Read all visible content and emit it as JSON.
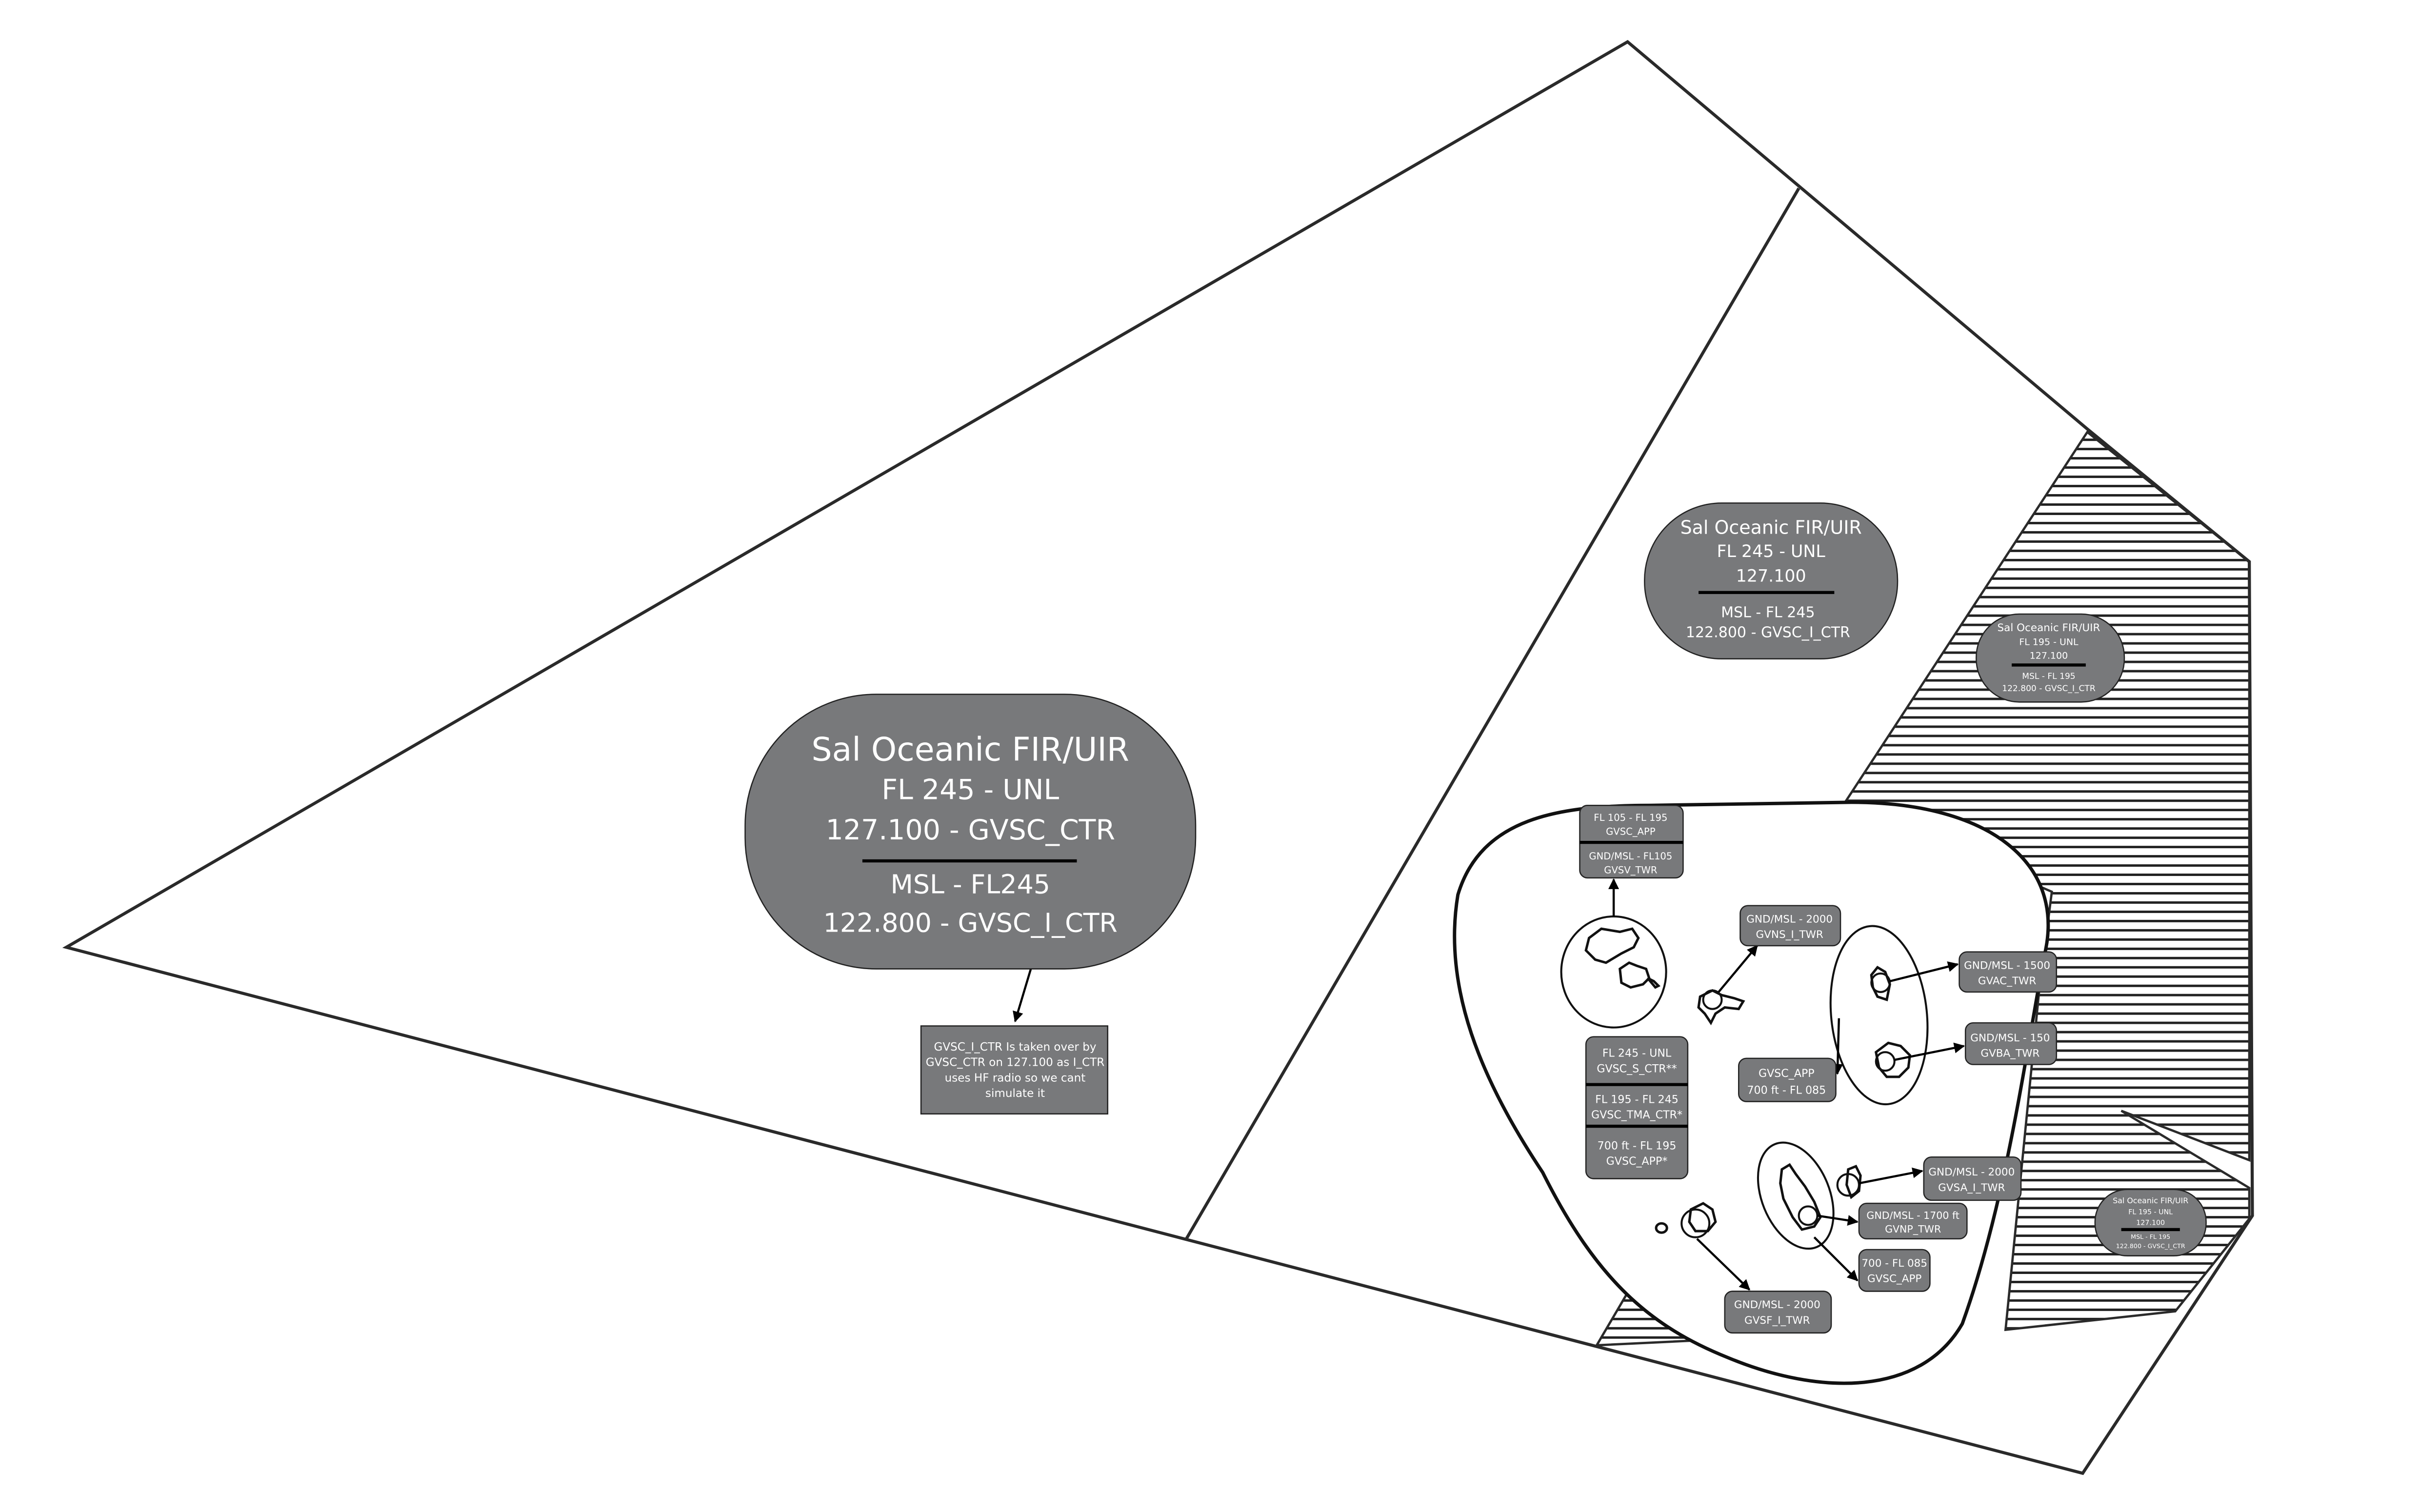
{
  "map": {
    "colors": {
      "label_fill": "#78797b",
      "label_text": "#ffffff",
      "outline": "#2a2a2a",
      "background": "#ffffff"
    },
    "main_sector": {
      "lines": [
        "Sal Oceanic FIR/UIR",
        "FL 245 - UNL",
        "127.100 - GVSC_CTR"
      ],
      "lower_lines": [
        "MSL - FL245",
        "122.800 - GVSC_I_CTR"
      ]
    },
    "note": {
      "lines": [
        "GVSC_I_CTR Is taken over by",
        "GVSC_CTR on 127.100 as I_CTR",
        "uses HF radio so we cant",
        "simulate it"
      ]
    },
    "east_sector": {
      "lines": [
        "Sal Oceanic FIR/UIR",
        "FL 245 - UNL",
        "127.100"
      ],
      "lower_lines": [
        "MSL - FL 245",
        "122.800 - GVSC_I_CTR"
      ]
    },
    "hatched_sector_north": {
      "lines": [
        "Sal Oceanic FIR/UIR",
        "FL 195 - UNL",
        "127.100"
      ],
      "lower_lines": [
        "MSL - FL 195",
        "122.800 - GVSC_I_CTR"
      ]
    },
    "hatched_sector_south": {
      "lines": [
        "Sal Oceanic FIR/UIR",
        "FL 195 - UNL",
        "127.100"
      ],
      "lower_lines": [
        "MSL - FL 195",
        "122.800 - GVSC_I_CTR"
      ]
    },
    "tma": {
      "gvsv": {
        "upper": [
          "FL 105 - FL 195",
          "GVSC_APP"
        ],
        "lower": [
          "GND/MSL - FL105",
          "GVSV_TWR"
        ]
      },
      "gvns": [
        "GND/MSL - 2000",
        "GVNS_I_TWR"
      ],
      "stack": [
        [
          "FL 245 - UNL",
          "GVSC_S_CTR**"
        ],
        [
          "FL 195 - FL 245",
          "GVSC_TMA_CTR*"
        ],
        [
          "700 ft - FL 195",
          "GVSC_APP*"
        ]
      ],
      "gvsc_app_north": [
        "GVSC_APP",
        "700 ft - FL 085"
      ],
      "gvac": [
        "GND/MSL - 1500",
        "GVAC_TWR"
      ],
      "gvba": [
        "GND/MSL - 150",
        "GVBA_TWR"
      ],
      "gvsa": [
        "GND/MSL - 2000",
        "GVSA_I_TWR"
      ],
      "gvnp": [
        "GND/MSL - 1700 ft",
        "GVNP_TWR"
      ],
      "gvsc_app_south": [
        "700 - FL 085",
        "GVSC_APP"
      ],
      "gvsf": [
        "GND/MSL - 2000",
        "GVSF_I_TWR"
      ]
    }
  }
}
